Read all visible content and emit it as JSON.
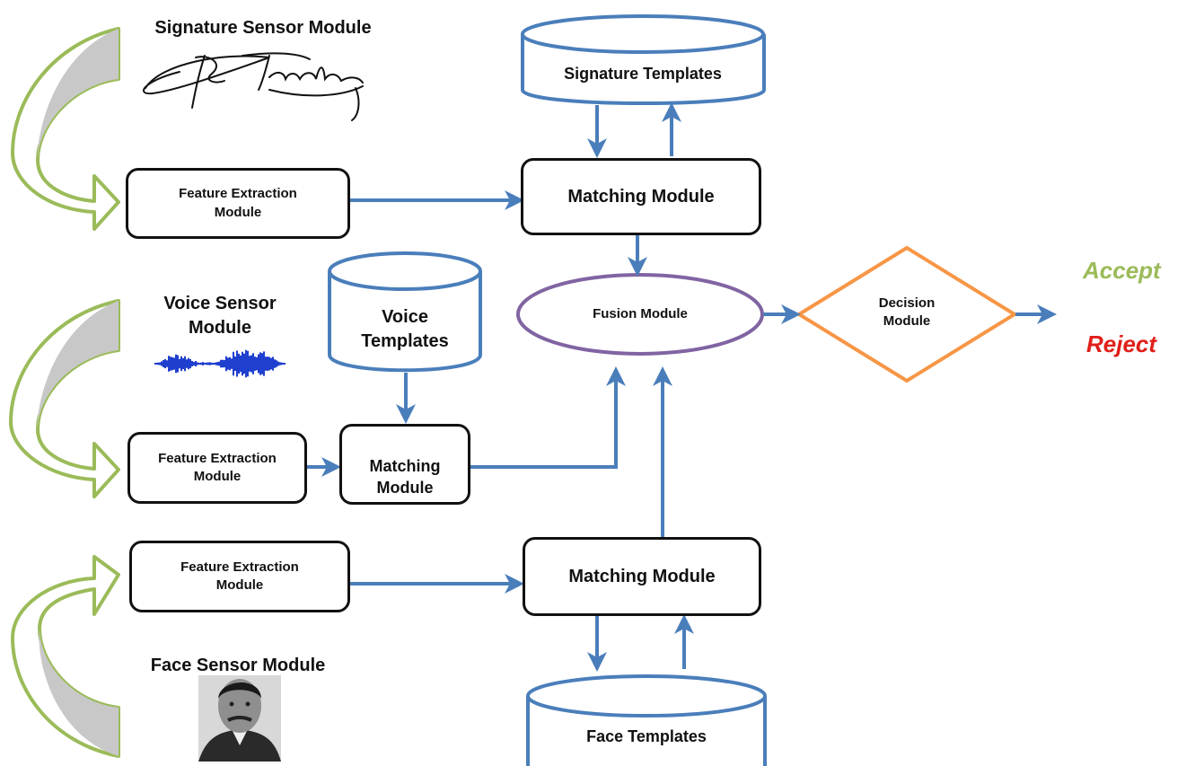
{
  "sensors": {
    "signature": {
      "title": "Signature Sensor Module",
      "signature_text": "B Franklin"
    },
    "voice": {
      "title": "Voice Sensor\nModule"
    },
    "face": {
      "title": "Face Sensor Module"
    }
  },
  "feature_extraction": {
    "label": "Feature Extraction\nModule"
  },
  "matching": {
    "signature_label": "Matching Module",
    "voice_label": "Matching\nModule",
    "face_label": "Matching Module"
  },
  "templates": {
    "signature": "Signature Templates",
    "voice": "Voice\nTemplates",
    "face": "Face Templates"
  },
  "fusion": {
    "label": "Fusion Module"
  },
  "decision": {
    "label": "Decision\nModule"
  },
  "outcomes": {
    "accept": "Accept",
    "reject": "Reject"
  },
  "colors": {
    "arrow_blue": "#4a7ebb",
    "sensor_arrow_green": "#9bbb59",
    "sensor_arrow_fill": "#c8c8c8",
    "fusion_purple": "#8064a2",
    "decision_orange": "#f79646",
    "accept_green": "#9bbb59",
    "reject_red": "#e0201a",
    "box_border": "#111111"
  }
}
